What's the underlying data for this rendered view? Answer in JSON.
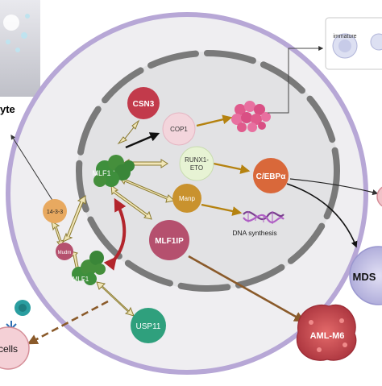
{
  "labels": {
    "monocyte_fragment": "yte",
    "csn3": "CSN3",
    "cop1": "COP1",
    "runx1_eto_line1": "RUNX1-",
    "runx1_eto_line2": "ETO",
    "cebpa": "C/EBPα",
    "manp": "Manp",
    "dna_synthesis": "DNA synthesis",
    "mlf1_top": "MLF1",
    "mlf1ip": "MLF1IP",
    "protein_1433": "14-3-3",
    "mudm": "Mudm",
    "mlf1_cyto": "MLF1",
    "usp11": "USP11",
    "immature": "immature",
    "mds": "MDS",
    "aml_m6": "AML-M6",
    "cells_fragment": "cells"
  },
  "colors": {
    "cell_membrane": "#b7a7d6",
    "cytoplasm": "#efeef1",
    "nuclear_envelope": "#7a7a7a",
    "nucleus": "#e2e2e4",
    "csn3_node": "#c23a4b",
    "cop1_node": "#f3d5dc",
    "runx1_eto_node": "#e7f3d4",
    "cebpa_node": "#d9683a",
    "manp_node": "#c9922e",
    "mlf1ip_node": "#b5506e",
    "node_1433": "#e8a960",
    "mudm_node": "#b5506e",
    "usp11_node": "#2fa07d",
    "mlf1_protein": "#3e8f3c",
    "red_arrow": "#b3252c",
    "gold_arrow": "#b5820f",
    "interaction_arrow": "#e8dcaa",
    "aml_cell": "#c94a52",
    "mds_cell": "#c9c8ea"
  },
  "icons": [
    "monocyte-cell-icon",
    "immature-cell-icon",
    "mlf1-protein-icon",
    "protein-aggregate-icon",
    "dna-helix-icon",
    "mds-cell-icon",
    "aml-cell-icon",
    "target-cell-icon",
    "antibody-icon"
  ]
}
